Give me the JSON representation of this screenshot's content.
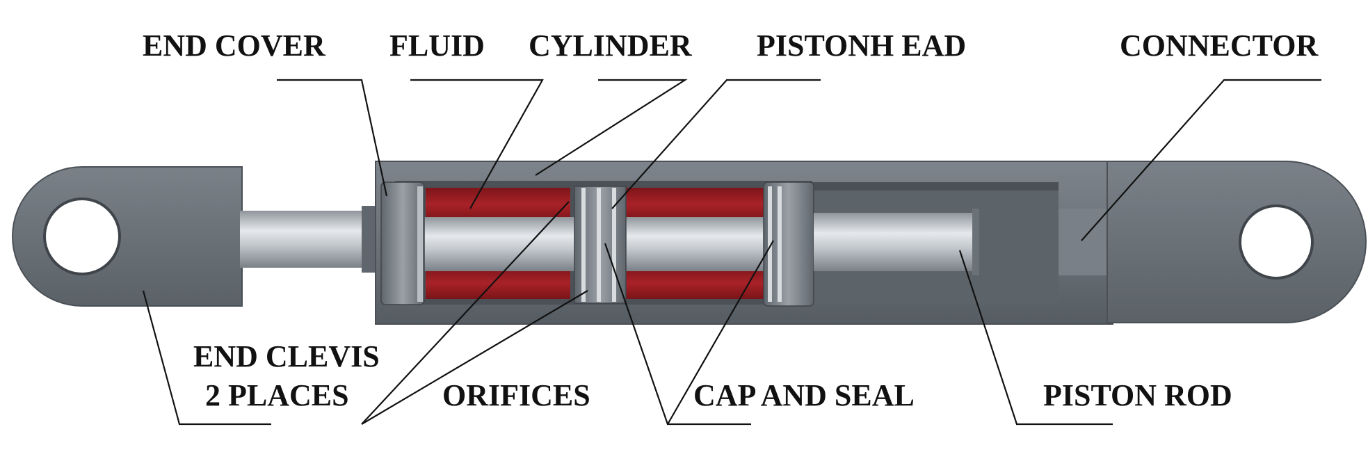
{
  "diagram": {
    "labels": {
      "end_cover": "END COVER",
      "fluid": "FLUID",
      "cylinder": "CYLINDER",
      "piston_head": "PISTONH EAD",
      "connector": "CONNECTOR",
      "end_clevis_line1": "END CLEVIS",
      "end_clevis_line2": "2 PLACES",
      "orifices": "ORIFICES",
      "cap_and_seal": "CAP AND SEAL",
      "piston_rod": "PISTON ROD"
    },
    "colors": {
      "steel": "#6b7279",
      "steel_dark": "#4e555b",
      "fluid_red": "#9c1f24",
      "rod_chrome": "#c8ccd0",
      "leader": "#111111"
    }
  }
}
